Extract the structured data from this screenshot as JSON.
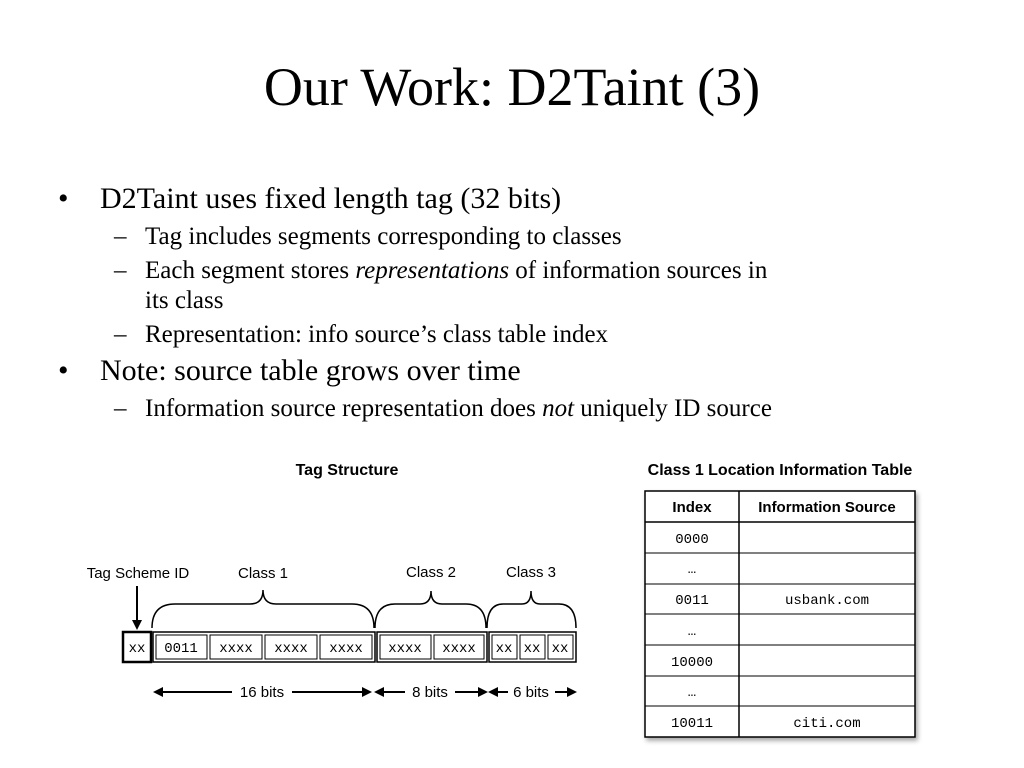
{
  "slide": {
    "title": "Our Work: D2Taint (3)"
  },
  "bullets": [
    {
      "text": "D2Taint uses fixed length tag (32 bits)",
      "subs": [
        {
          "parts": [
            "Tag includes segments corresponding to classes"
          ]
        },
        {
          "parts": [
            "Each segment stores ",
            "representations",
            " of information sources in"
          ],
          "italic_index": 1,
          "continuation": "its class"
        },
        {
          "parts": [
            "Representation: info source’s class table index"
          ]
        }
      ]
    },
    {
      "text": "Note: source table grows over time",
      "subs": [
        {
          "parts": [
            "Information source representation does ",
            "not",
            " uniquely ID source"
          ],
          "italic_index": 1
        }
      ]
    }
  ],
  "tag_structure": {
    "title": "Tag Structure",
    "scheme_label": "Tag Scheme ID",
    "class_labels": [
      "Class 1",
      "Class 2",
      "Class 3"
    ],
    "scheme_cell": "xx",
    "class1_cells": [
      "0011",
      "xxxx",
      "xxxx",
      "xxxx"
    ],
    "class2_cells": [
      "xxxx",
      "xxxx"
    ],
    "class3_cells": [
      "xx",
      "xx",
      "xx"
    ],
    "bit_labels": [
      "16 bits",
      "8 bits",
      "6 bits"
    ]
  },
  "location_table": {
    "title": "Class 1 Location Information Table",
    "headers": [
      "Index",
      "Information Source"
    ],
    "rows": [
      [
        "0000",
        ""
      ],
      [
        "…",
        ""
      ],
      [
        "0011",
        "usbank.com"
      ],
      [
        "…",
        ""
      ],
      [
        "10000",
        ""
      ],
      [
        "…",
        ""
      ],
      [
        "10011",
        "citi.com"
      ]
    ]
  }
}
